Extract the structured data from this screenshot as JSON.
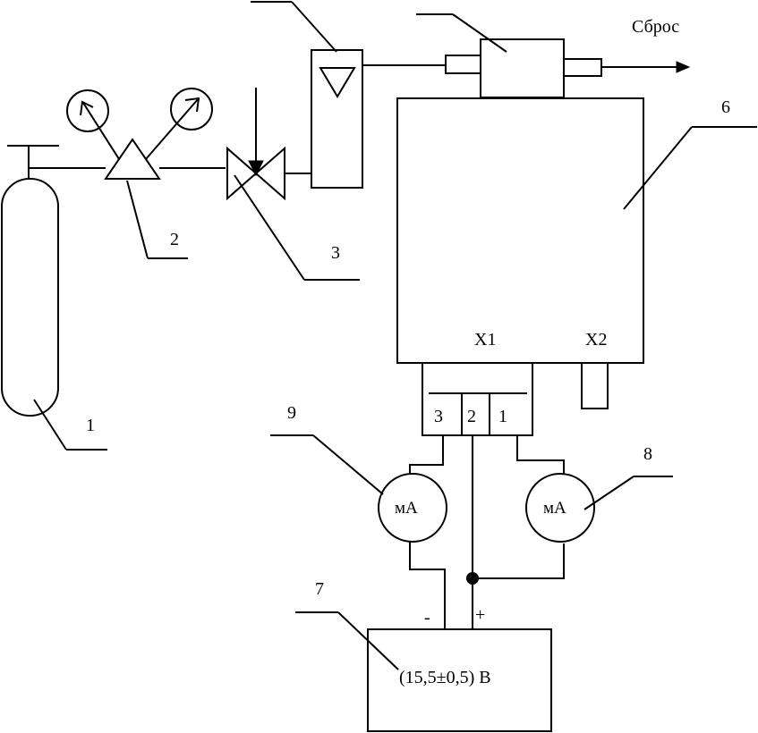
{
  "labels": {
    "exhaust": "Сброс",
    "n1": "1",
    "n2": "2",
    "n3": "3",
    "n6": "6",
    "n7": "7",
    "n8": "8",
    "n9": "9",
    "x1": "X1",
    "x2": "X2",
    "pin3": "3",
    "pin2": "2",
    "pin1": "1",
    "meter_left": "мА",
    "meter_right": "мА",
    "minus": "-",
    "plus": "+",
    "psu_voltage": "(15,5±0,5) В"
  }
}
